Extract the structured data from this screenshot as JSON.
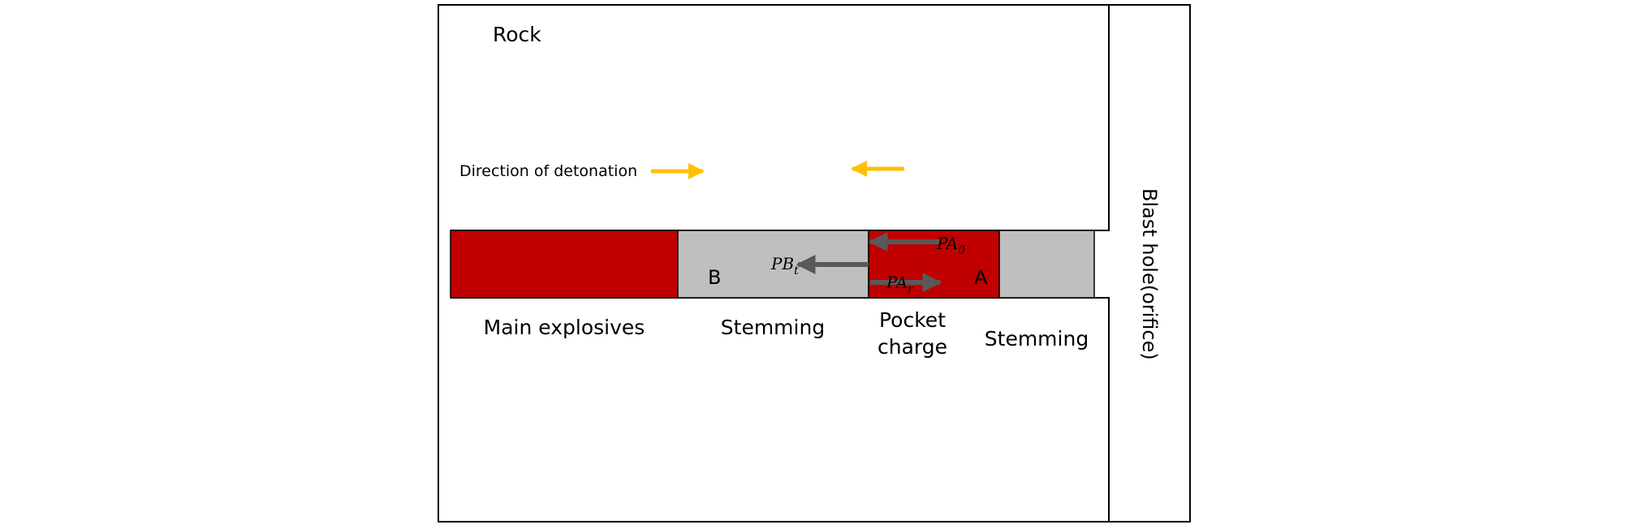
{
  "labels": {
    "rock": "Rock",
    "direction_of_detonation": "Direction of detonation",
    "blast_hole": "Blast hole(orifice)",
    "main_explosives": "Main explosives",
    "stemming_left": "Stemming",
    "pocket_charge_line1": "Pocket",
    "pocket_charge_line2": "charge",
    "stemming_right": "Stemming",
    "point_a": "A",
    "point_b": "B"
  },
  "symbols": {
    "pa0": {
      "base": "PA",
      "sub": "0"
    },
    "par": {
      "base": "PA",
      "sub": "r"
    },
    "pbt": {
      "base": "PB",
      "sub": "t"
    }
  },
  "colors": {
    "explosive": "#c00000",
    "stemming": "#bfbfbf",
    "arrow_detonation": "#ffc000",
    "arrow_pressure": "#595959",
    "outline": "#000000"
  }
}
